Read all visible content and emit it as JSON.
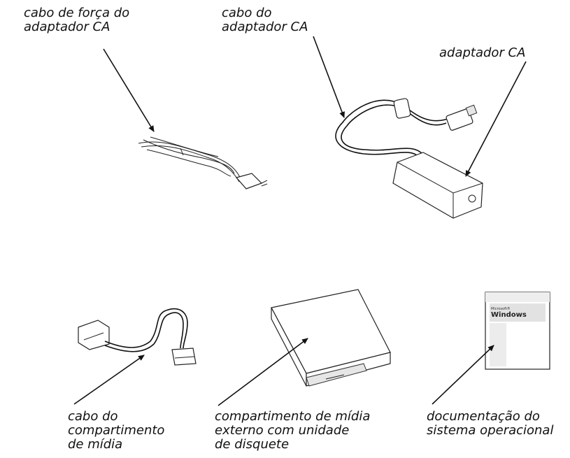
{
  "labels": {
    "power_cable": "cabo de força do\nadaptador CA",
    "ac_cable": "cabo do\nadaptador CA",
    "ac_adapter": "adaptador CA",
    "bay_cable": "cabo do\ncompartimento\nde mídia",
    "media_bay": "compartimento de mídia\nexterno com unidade\nde disquete",
    "os_docs": "documentação do\nsistema operacional"
  },
  "book": {
    "brand_small": "Microsoft®",
    "brand": "Windows"
  }
}
